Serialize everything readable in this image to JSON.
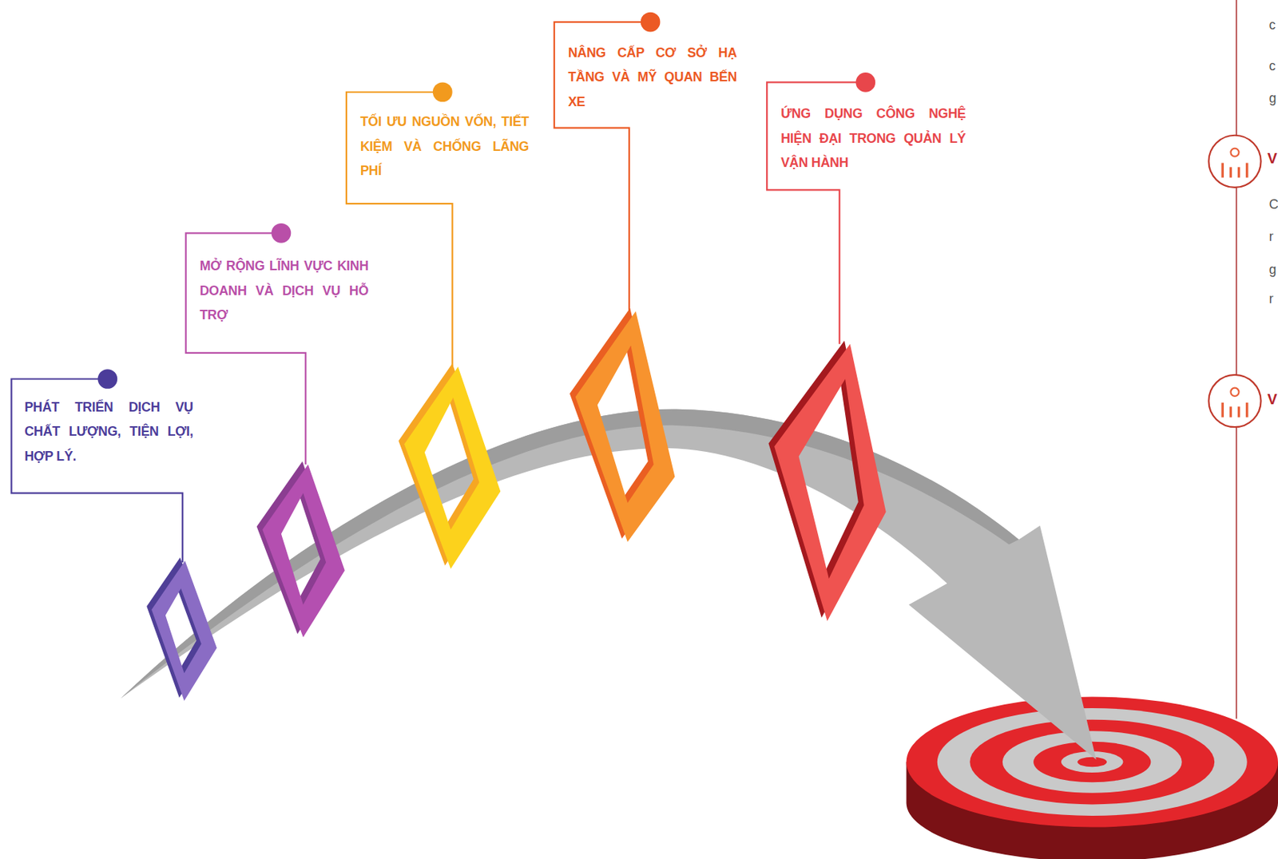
{
  "diagram": {
    "nodes": [
      {
        "text": [
          "PHÁT TRIỂN DỊCH VỤ CHẤT LƯỢNG, TIỆN LỢI, HỢP LÝ."
        ]
      },
      {
        "text": [
          "MỞ RỘNG LĨNH VỰC KINH DOANH VÀ DỊCH VỤ HỖ TRỢ"
        ]
      },
      {
        "text": [
          "TỐI ƯU NGUỒN VỐN, TIẾT KIỆM VÀ CHỐNG LÃNG PHÍ"
        ]
      },
      {
        "text": [
          "NÂNG CẤP CƠ SỞ HẠ TẦNG VÀ MỸ QUAN BẾN XE"
        ]
      },
      {
        "text": [
          "ỨNG DỤNG CÔNG NGHỆ HIỆN ĐẠI TRONG QUẢN LÝ VẬN HÀNH"
        ]
      }
    ],
    "labels": [
      "c",
      "c",
      "g",
      "V",
      "C",
      "r",
      "g",
      "r",
      "V"
    ]
  }
}
